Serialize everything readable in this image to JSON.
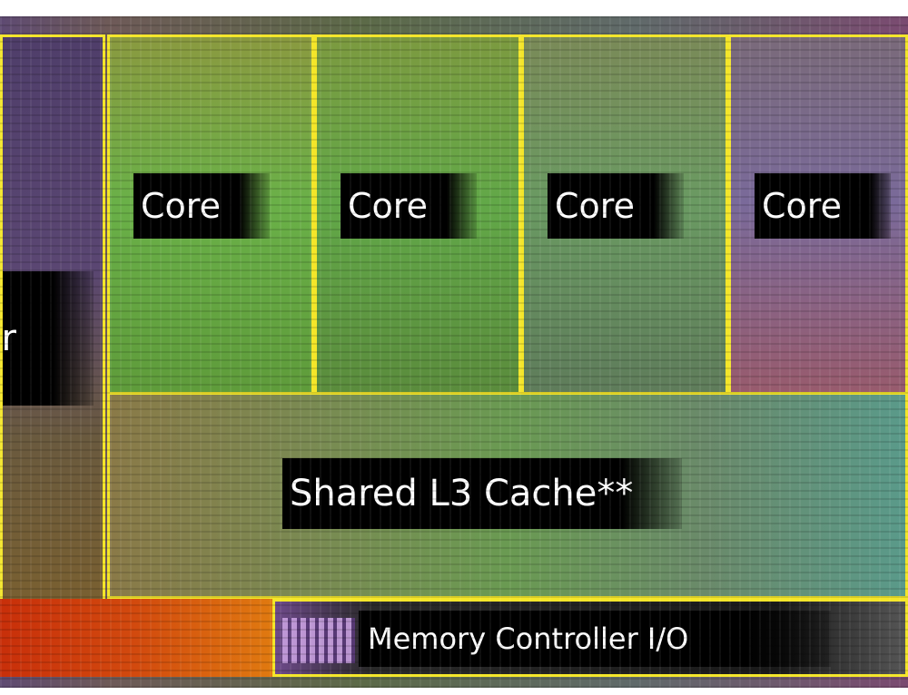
{
  "labels": {
    "left_block": "or",
    "cores": [
      "Core",
      "Core",
      "Core",
      "Core"
    ],
    "l3_cache": "Shared L3 Cache**",
    "memory_controller": "Memory Controller I/O"
  },
  "colors": {
    "outline": "#f4e62a",
    "label_background": "#000000",
    "label_text": "#ffffff"
  }
}
